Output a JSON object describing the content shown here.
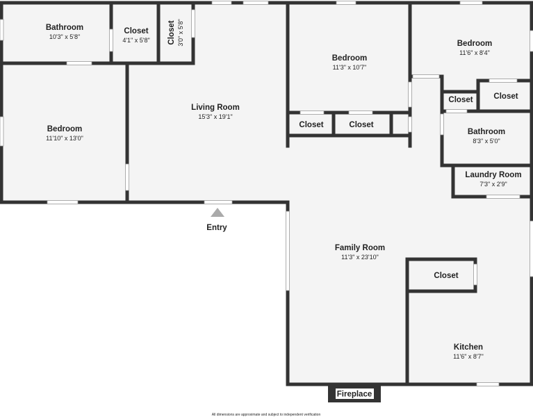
{
  "plan": {
    "entry_label": "Entry",
    "fireplace_label": "Fireplace",
    "footnote": "All dimensions are approximate and subject to independent verification",
    "colors": {
      "wall": "#333333",
      "floor": "#f4f4f4",
      "window": "#ffffff",
      "entry_marker": "#aaaaaa"
    },
    "rooms": [
      {
        "id": "bathroom-1",
        "name": "Bathroom",
        "dims": "10'3\" x 5'8\""
      },
      {
        "id": "closet-1",
        "name": "Closet",
        "dims": "4'1\" x 5'8\""
      },
      {
        "id": "closet-2",
        "name": "Closet",
        "dims": "3'0\" x 5'8\""
      },
      {
        "id": "bedroom-1",
        "name": "Bedroom",
        "dims": "11'10\" x 13'0\""
      },
      {
        "id": "living-room",
        "name": "Living Room",
        "dims": "15'3\" x 19'1\""
      },
      {
        "id": "bedroom-2",
        "name": "Bedroom",
        "dims": "11'3\" x 10'7\""
      },
      {
        "id": "bedroom-3",
        "name": "Bedroom",
        "dims": "11'6\" x 8'4\""
      },
      {
        "id": "closet-3",
        "name": "Closet",
        "dims": ""
      },
      {
        "id": "closet-4",
        "name": "Closet",
        "dims": ""
      },
      {
        "id": "closet-5",
        "name": "Closet",
        "dims": ""
      },
      {
        "id": "closet-6",
        "name": "Closet",
        "dims": ""
      },
      {
        "id": "bathroom-2",
        "name": "Bathroom",
        "dims": "8'3\" x 5'0\""
      },
      {
        "id": "laundry-room",
        "name": "Laundry Room",
        "dims": "7'3\" x 2'9\""
      },
      {
        "id": "family-room",
        "name": "Family Room",
        "dims": "11'3\" x 23'10\""
      },
      {
        "id": "closet-7",
        "name": "Closet",
        "dims": ""
      },
      {
        "id": "kitchen",
        "name": "Kitchen",
        "dims": "11'6\" x 8'7\""
      }
    ]
  }
}
